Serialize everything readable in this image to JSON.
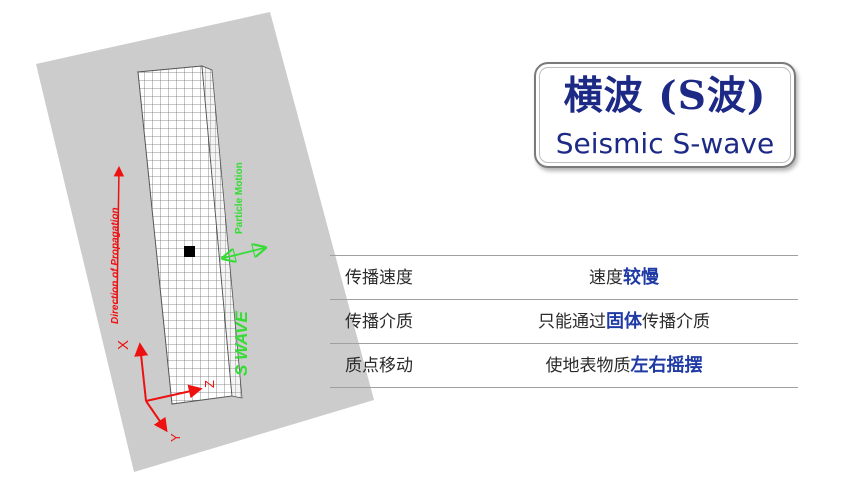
{
  "figure": {
    "direction_label": "Direction of Propagation",
    "motion_label": "Particle Motion",
    "wave_label": "S WAVE",
    "axis_x": "X",
    "axis_y": "Y",
    "axis_z": "Z",
    "colors": {
      "red": "#ee1111",
      "green": "#33dd33",
      "panel": "#cccccc"
    }
  },
  "title": {
    "chinese": "横波 (S波)",
    "english": "Seismic S-wave",
    "color": "#1c2a86"
  },
  "table": {
    "rows": [
      {
        "label": "传播速度",
        "pre": "速度",
        "highlight": "较慢",
        "post": ""
      },
      {
        "label": "传播介质",
        "pre": "只能通过",
        "highlight": "固体",
        "post": "传播介质"
      },
      {
        "label": "质点移动",
        "pre": "使地表物质",
        "highlight": "左右摇摆",
        "post": ""
      }
    ]
  }
}
